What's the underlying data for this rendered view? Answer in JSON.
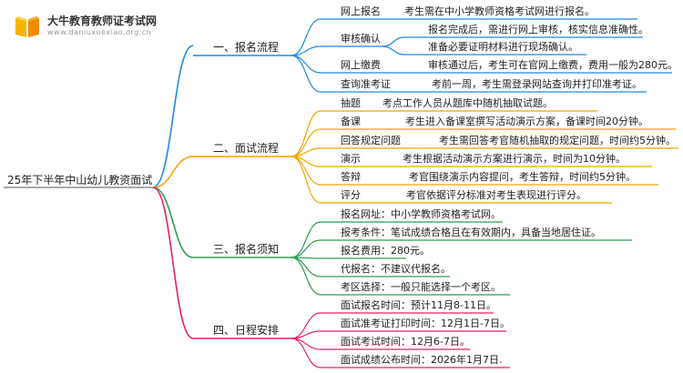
{
  "brand": {
    "name": "大牛教育教师证考试网",
    "url": "www.daniuxuexiao.org.cn"
  },
  "colors": {
    "s1": "#1E88E5",
    "s2": "#F4A300",
    "s3": "#2E9E4F",
    "s4": "#E91E63"
  },
  "root": "25年下半年中山幼儿教资面试",
  "sections": [
    {
      "title": "一、报名流程",
      "items": [
        {
          "label": "网上报名",
          "desc": "考生需在中小学教师资格考试网进行报名。"
        },
        {
          "label": "审核确认",
          "desc": "报名完成后，需进行网上审核，核实信息准确性。",
          "desc2": "准备必要证明材料进行现场确认。"
        },
        {
          "label": "网上缴费",
          "desc": "审核通过后，考生可在官网上缴费，费用一般为280元。"
        },
        {
          "label": "查询准考证",
          "desc": "考前一周，考生需登录网站查询并打印准考证。"
        }
      ]
    },
    {
      "title": "二、面试流程",
      "items": [
        {
          "label": "抽题",
          "desc": "考点工作人员从题库中随机抽取试题。"
        },
        {
          "label": "备课",
          "desc": "考生进入备课室撰写活动演示方案，备课时间20分钟。"
        },
        {
          "label": "回答规定问题",
          "desc": "考生需回答考官随机抽取的规定问题，时间约5分钟。"
        },
        {
          "label": "演示",
          "desc": "考生根据活动演示方案进行演示，时间为10分钟。"
        },
        {
          "label": "答辩",
          "desc": "考官围绕演示内容提问，考生答辩，时间约5分钟。"
        },
        {
          "label": "评分",
          "desc": "考官依据评分标准对考生表现进行评分。"
        }
      ]
    },
    {
      "title": "三、报名须知",
      "items": [
        {
          "label": "报名网址：中小学教师资格考试网。"
        },
        {
          "label": "报考条件：笔试成绩合格且在有效期内，具备当地居住证。"
        },
        {
          "label": "报名费用：280元。"
        },
        {
          "label": "代报名：不建议代报名。"
        },
        {
          "label": "考区选择：一般只能选择一个考区。"
        }
      ]
    },
    {
      "title": "四、日程安排",
      "items": [
        {
          "label": "面试报名时间：预计11月8-11日。"
        },
        {
          "label": "面试准考证打印时间：12月1日-7日。"
        },
        {
          "label": "面试考试时间：12月6-7日。"
        },
        {
          "label": "面试成绩公布时间：2026年1月7日."
        }
      ]
    }
  ]
}
